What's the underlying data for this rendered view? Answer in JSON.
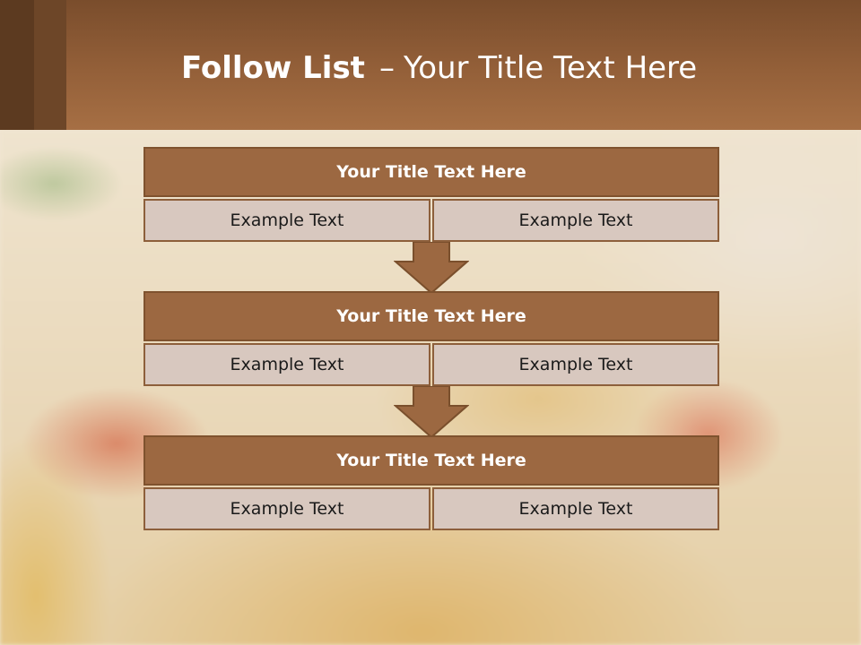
{
  "slide": {
    "title_bold": "Follow List",
    "title_sep": "–",
    "title_rest": "Your Title Text Here"
  },
  "steps": [
    {
      "title": "Your Title Text Here",
      "left": "Example Text",
      "right": "Example Text"
    },
    {
      "title": "Your Title Text Here",
      "left": "Example Text",
      "right": "Example Text"
    },
    {
      "title": "Your Title Text Here",
      "left": "Example Text",
      "right": "Example Text"
    }
  ],
  "colors": {
    "header_brown": "#9c6841",
    "cell_fill": "#d8c8bf",
    "arrow_fill": "#9c6841"
  }
}
